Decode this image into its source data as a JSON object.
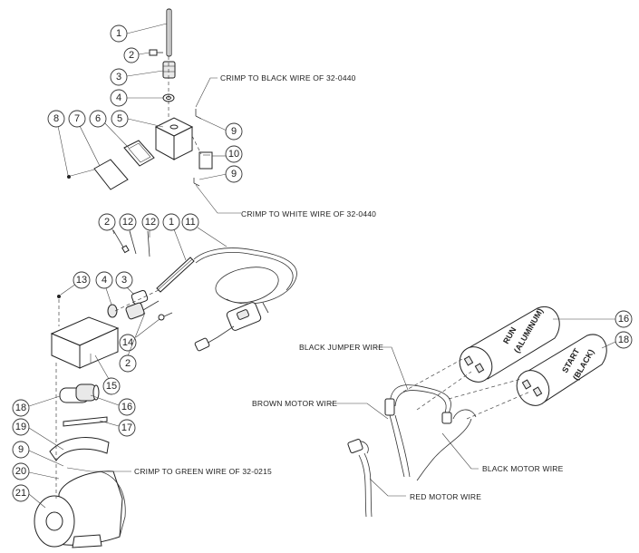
{
  "notes": {
    "crimp_black": "CRIMP TO BLACK WIRE OF 32-0440",
    "crimp_white": "CRIMP TO WHITE WIRE OF 32-0440",
    "crimp_green": "CRIMP TO GREEN WIRE OF 32-0215",
    "black_jumper": "BLACK JUMPER WIRE",
    "brown_motor": "BROWN MOTOR WIRE",
    "black_motor": "BLACK MOTOR WIRE",
    "red_motor": "RED MOTOR WIRE"
  },
  "capacitor_labels": {
    "run_1": "RUN",
    "run_2": "(ALUMINUM)",
    "start_1": "START",
    "start_2": "(BLACK)"
  },
  "callouts": {
    "c1_top": "1",
    "c2_top": "2",
    "c3_top": "3",
    "c4_top": "4",
    "c5": "5",
    "c6": "6",
    "c7": "7",
    "c8": "8",
    "c9_upper": "9",
    "c10": "10",
    "c9_lower": "9",
    "c2_mid": "2",
    "c12_a": "12",
    "c12_b": "12",
    "c1_mid": "1",
    "c11": "11",
    "c13": "13",
    "c4_mid": "4",
    "c3_mid": "3",
    "c14": "14",
    "c2_low": "2",
    "c15": "15",
    "c18_left": "18",
    "c16_left": "16",
    "c17": "17",
    "c19": "19",
    "c9_motor": "9",
    "c20": "20",
    "c21": "21",
    "c16_right": "16",
    "c18_right": "18"
  }
}
